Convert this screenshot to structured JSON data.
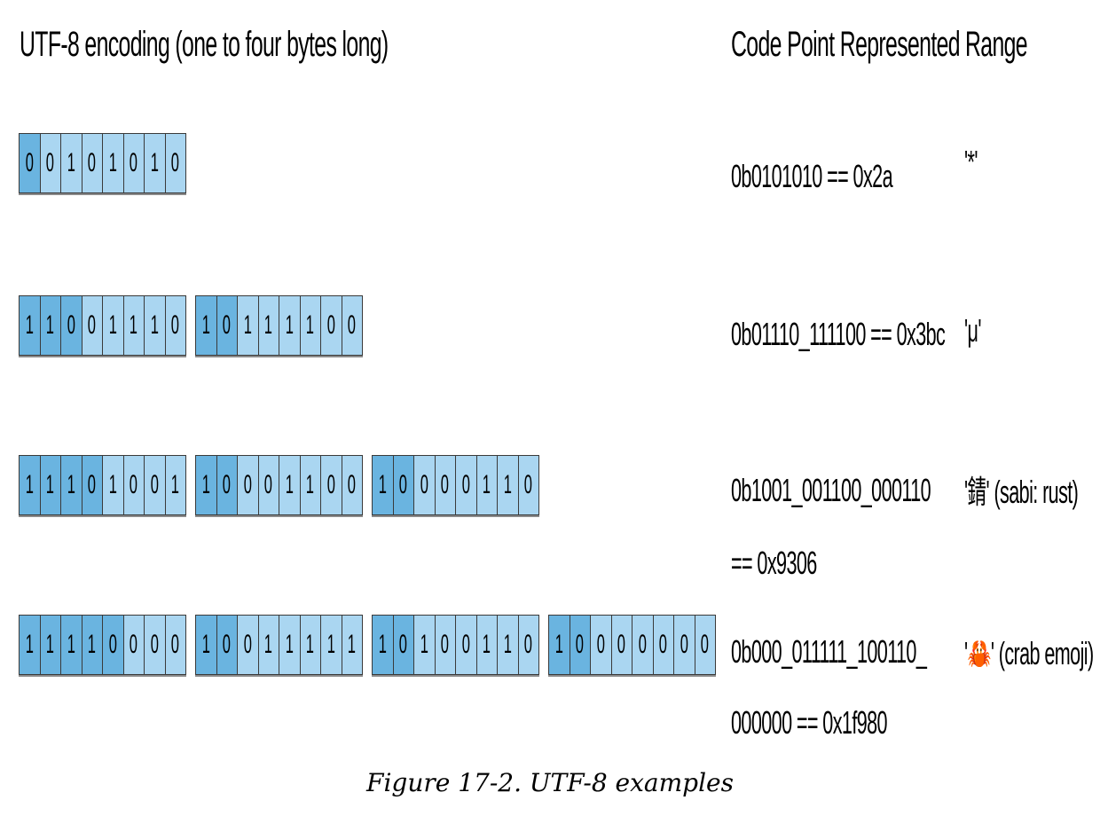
{
  "headers": {
    "encoding": "UTF-8 encoding (one to four bytes long)",
    "code_point": "Code Point Represented",
    "range": "Range"
  },
  "rows": [
    {
      "bytes": [
        {
          "bits": [
            "0",
            "0",
            "1",
            "0",
            "1",
            "0",
            "1",
            "0"
          ],
          "prefix_len": 1
        }
      ],
      "code_point_lines": [
        "0b0101010 == 0x2a"
      ],
      "range": "'*'"
    },
    {
      "bytes": [
        {
          "bits": [
            "1",
            "1",
            "0",
            "0",
            "1",
            "1",
            "1",
            "0"
          ],
          "prefix_len": 3
        },
        {
          "bits": [
            "1",
            "0",
            "1",
            "1",
            "1",
            "1",
            "0",
            "0"
          ],
          "prefix_len": 2
        }
      ],
      "code_point_lines": [
        "0b01110_111100 == 0x3bc"
      ],
      "range": "'μ'"
    },
    {
      "bytes": [
        {
          "bits": [
            "1",
            "1",
            "1",
            "0",
            "1",
            "0",
            "0",
            "1"
          ],
          "prefix_len": 4
        },
        {
          "bits": [
            "1",
            "0",
            "0",
            "0",
            "1",
            "1",
            "0",
            "0"
          ],
          "prefix_len": 2
        },
        {
          "bits": [
            "1",
            "0",
            "0",
            "0",
            "0",
            "1",
            "1",
            "0"
          ],
          "prefix_len": 2
        }
      ],
      "code_point_lines": [
        "0b1001_001100_000110",
        "== 0x9306"
      ],
      "range": "'錆' (sabi: rust)"
    },
    {
      "bytes": [
        {
          "bits": [
            "1",
            "1",
            "1",
            "1",
            "0",
            "0",
            "0",
            "0"
          ],
          "prefix_len": 5
        },
        {
          "bits": [
            "1",
            "0",
            "0",
            "1",
            "1",
            "1",
            "1",
            "1"
          ],
          "prefix_len": 2
        },
        {
          "bits": [
            "1",
            "0",
            "1",
            "0",
            "0",
            "1",
            "1",
            "0"
          ],
          "prefix_len": 2
        },
        {
          "bits": [
            "1",
            "0",
            "0",
            "0",
            "0",
            "0",
            "0",
            "0"
          ],
          "prefix_len": 2
        }
      ],
      "code_point_lines": [
        "0b000_011111_100110_",
        "000000 == 0x1f980"
      ],
      "range": "'🦀' (crab emoji)"
    }
  ],
  "caption": "Figure 17-2. UTF-8 examples",
  "colors": {
    "prefix": "#6ab4e0",
    "payload": "#aad6f1",
    "crab": "#e8541e"
  },
  "icons": {
    "crab": "crab-icon"
  }
}
